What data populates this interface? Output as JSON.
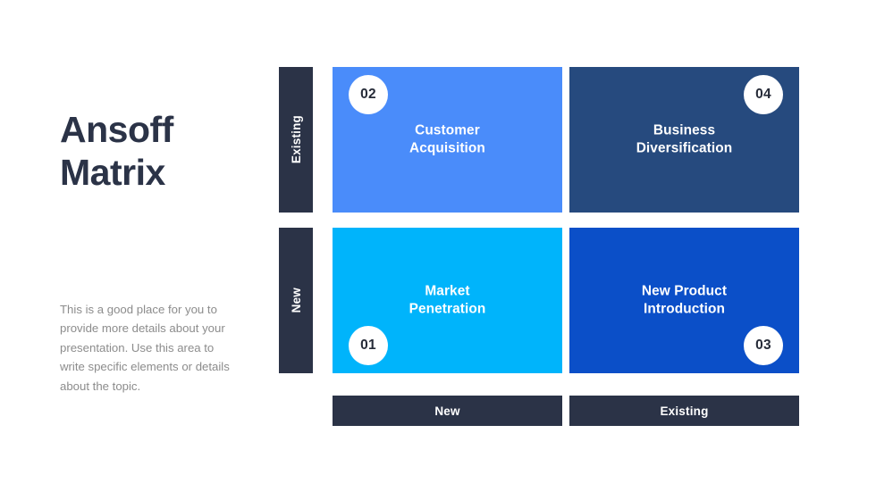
{
  "slide": {
    "title_lines": [
      "Ansoff",
      "Matrix"
    ],
    "body": "This is a good place for you to provide more details about your presentation. Use this area to write specific elements or details about the topic."
  },
  "axes": {
    "rows": [
      {
        "label": "Existing"
      },
      {
        "label": "New"
      }
    ],
    "columns": [
      {
        "label": "New"
      },
      {
        "label": "Existing"
      }
    ]
  },
  "quadrants": [
    {
      "position": "top-left",
      "number": "02",
      "title_lines": [
        "Customer",
        "Acquisition"
      ],
      "color": "#4a8cfa",
      "row": "Existing",
      "column": "New"
    },
    {
      "position": "top-right",
      "number": "04",
      "title_lines": [
        "Business",
        "Diversification"
      ],
      "color": "#264a7e",
      "row": "Existing",
      "column": "Existing"
    },
    {
      "position": "bottom-left",
      "number": "01",
      "title_lines": [
        "Market",
        "Penetration"
      ],
      "color": "#00b4fb",
      "row": "New",
      "column": "New"
    },
    {
      "position": "bottom-right",
      "number": "03",
      "title_lines": [
        "New Product",
        "Introduction"
      ],
      "color": "#0b4fc8",
      "row": "New",
      "column": "Existing"
    }
  ],
  "colors": {
    "dark_bar": "#2b3347",
    "title_text": "#2b3347",
    "body_text": "#8c8c8c",
    "badge_bg": "#ffffff",
    "badge_text": "#262b38",
    "background": "#ffffff"
  }
}
